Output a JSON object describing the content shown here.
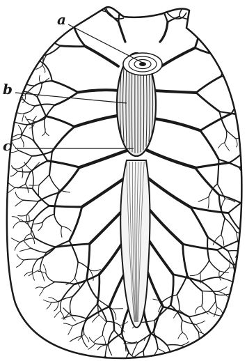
{
  "figure": {
    "labels": [
      {
        "id": "a",
        "text": "a"
      },
      {
        "id": "b",
        "text": "b"
      },
      {
        "id": "c",
        "text": "c"
      }
    ],
    "colors": {
      "ink": "#1a1a1a",
      "paper": "#ffffff",
      "shade": "#6e6e6e"
    }
  }
}
